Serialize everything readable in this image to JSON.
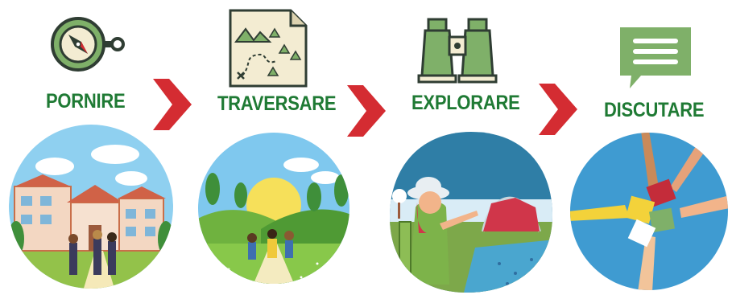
{
  "steps": [
    {
      "title": "PORNIRE",
      "icon": "compass-icon",
      "scene": "school-departure-scene"
    },
    {
      "title": "TRAVERSARE",
      "icon": "treasure-map-icon",
      "scene": "children-running-meadow-scene"
    },
    {
      "title": "EXPLORARE",
      "icon": "binoculars-icon",
      "scene": "explorer-woman-park-scene"
    },
    {
      "title": "DISCUTARE",
      "icon": "speech-bubble-icon",
      "scene": "hands-puzzle-pieces-scene"
    }
  ],
  "colors": {
    "title_green": "#1f7a34",
    "arrow_red": "#d42c32",
    "icon_green": "#7fb069",
    "icon_dark": "#2f3d33"
  }
}
